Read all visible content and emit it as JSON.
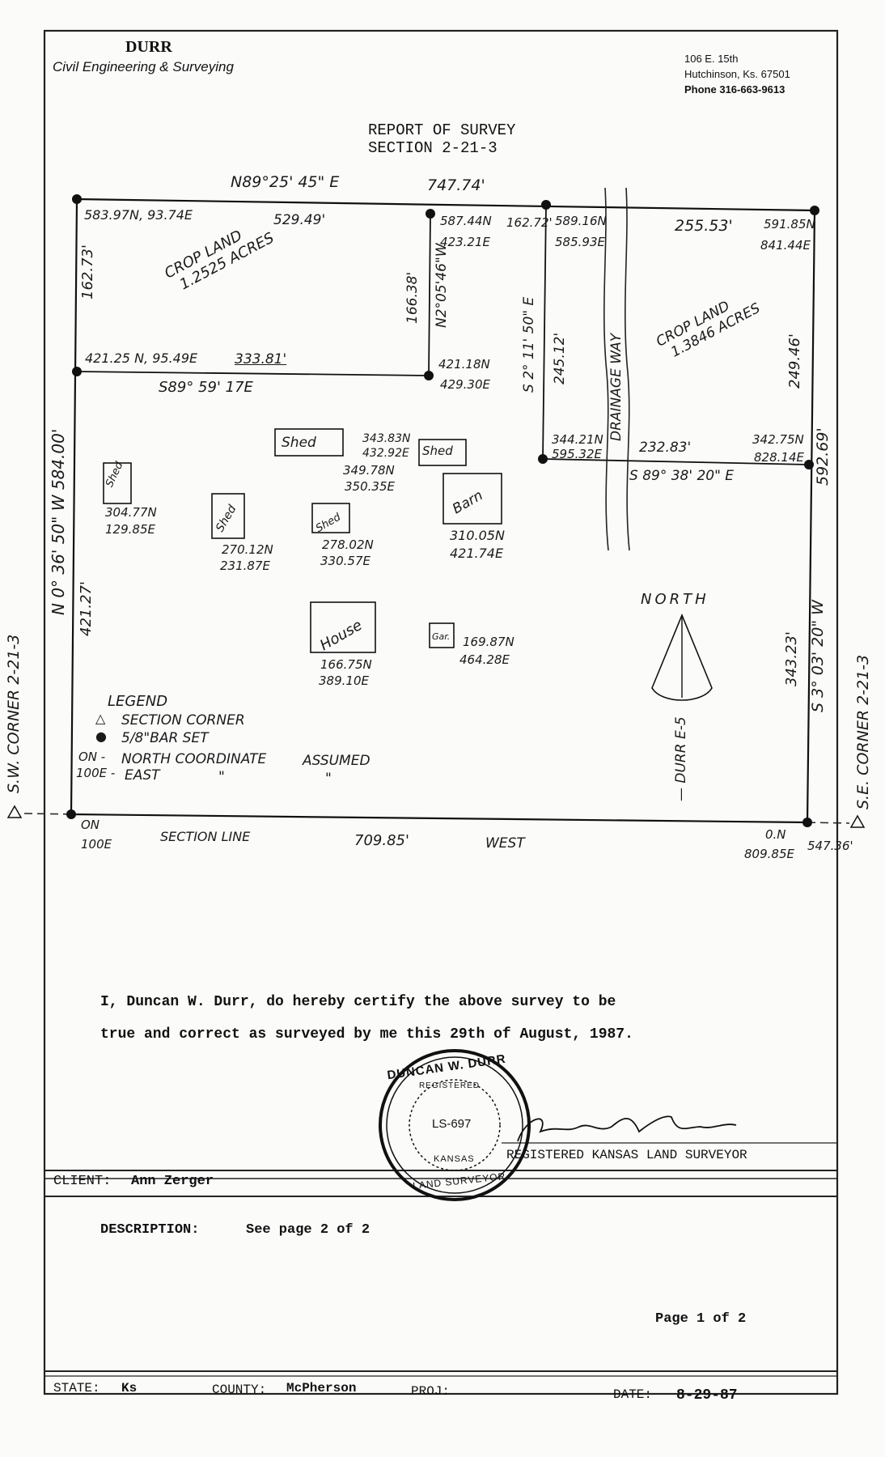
{
  "firm": {
    "name": "DURR",
    "tagline": "Civil Engineering & Surveying",
    "address1": "106 E. 15th",
    "address2": "Hutchinson, Ks. 67501",
    "phone": "Phone 316-663-9613"
  },
  "report": {
    "title1": "REPORT OF SURVEY",
    "title2": "SECTION 2-21-3"
  },
  "plat": {
    "north_bearing": "N89°25' 45\" E",
    "north_total": "747.74'",
    "nw_coord": "583.97N, 93.74E",
    "north_seg1": "529.49'",
    "mid_top_coord_n": "587.44N",
    "mid_top_coord_e": "423.21E",
    "north_seg2": "162.72'",
    "ne_mid_coord_n": "589.16N",
    "ne_mid_coord_e": "585.93E",
    "north_seg3": "255.53'",
    "ne_coord_n": "591.85N",
    "ne_coord_e": "841.44E",
    "west_top_seg": "162.73'",
    "west_bearing": "N 0° 36' 50\" W   584.00'",
    "west_lower_seg": "421.27'",
    "crop1_line1": "CROP LAND",
    "crop1_line2": "1.2525 ACRES",
    "inner_vert_len": "166.38'",
    "inner_vert_bearing": "N2°05'46\"W",
    "w_mid_coord": "421.25 N, 95.49E",
    "w_mid_seg": "333.81'",
    "inner_corner_n": "421.18N",
    "inner_corner_e": "429.30E",
    "inner_bearing": "S89° 59' 17E",
    "vert2_bearing": "S 2° 11' 50\" E",
    "vert2_len": "245.12'",
    "drainage": "DRAINAGE WAY",
    "crop2_line1": "CROP LAND",
    "crop2_line2": "1.3846 ACRES",
    "east_top_seg": "249.46'",
    "east_total": "592.69'",
    "east_bearing": "S 3° 03' 20\" W",
    "east_lower_seg": "343.23'",
    "e_mid_coord_n": "344.21N",
    "e_mid_coord_e": "595.32E",
    "e_mid_seg": "232.83'",
    "e_corner_coord_n": "342.75N",
    "e_corner_coord_e": "828.14E",
    "e_mid_bearing": "S 89° 38' 20\" E",
    "sw_coord1": "ON",
    "sw_coord2": "100E",
    "section_line": "SECTION LINE",
    "south_len": "709.85'",
    "south_dir": "WEST",
    "se_coord1": "0.N",
    "se_coord2": "809.85E",
    "se_offset": "547.36'",
    "sw_corner": "S.W. CORNER  2-21-3",
    "se_corner": "S.E. CORNER  2-21-3",
    "north_arrow": "NORTH",
    "durr_es": "— DURR E-5"
  },
  "buildings": [
    {
      "label": "Shed",
      "n": "304.77N",
      "e": "129.85E"
    },
    {
      "label": "Shed",
      "n": "270.12N",
      "e": "231.87E"
    },
    {
      "label": "Shed",
      "n": "278.02N",
      "e": "330.57E"
    },
    {
      "label": "Shed",
      "n": "349.78N",
      "e": "350.35E"
    },
    {
      "label": "Shed",
      "n": "343.83N",
      "e": "432.92E"
    },
    {
      "label": "Barn",
      "n": "310.05N",
      "e": "421.74E"
    },
    {
      "label": "House",
      "n": "166.75N",
      "e": "389.10E"
    },
    {
      "label": "Gar.",
      "n": "169.87N",
      "e": "464.28E"
    }
  ],
  "legend": {
    "title": "LEGEND",
    "item1": "SECTION CORNER",
    "item2": "5/8\"BAR SET",
    "item3_key": "ON -",
    "item3_text": "NORTH COORDINATE",
    "item3_note": "ASSUMED",
    "item4_key": "100E -",
    "item4_text": "EAST",
    "ditto1": "\"",
    "ditto2": "\""
  },
  "certification": {
    "line1": "I, Duncan W. Durr, do hereby certify the above survey to be",
    "line2": "true and correct as surveyed by me this 29th of August, 1987."
  },
  "seal": {
    "top": "DUNCAN W. DURR",
    "registered": "REGISTERED",
    "number": "LS-697",
    "kansas": "KANSAS",
    "bottom": "LAND SURVEYOR"
  },
  "signature_role": "REGISTERED KANSAS LAND SURVEYOR",
  "client": {
    "label": "CLIENT:",
    "value": "Ann Zerger"
  },
  "description": {
    "label": "DESCRIPTION:",
    "value": "See page 2 of 2"
  },
  "page_num": "Page 1 of 2",
  "footer": {
    "state_label": "STATE:",
    "state": "Ks",
    "county_label": "COUNTY:",
    "county": "McPherson",
    "proj_label": "PROJ:",
    "date_label": "DATE:",
    "date": "8-29-87"
  }
}
